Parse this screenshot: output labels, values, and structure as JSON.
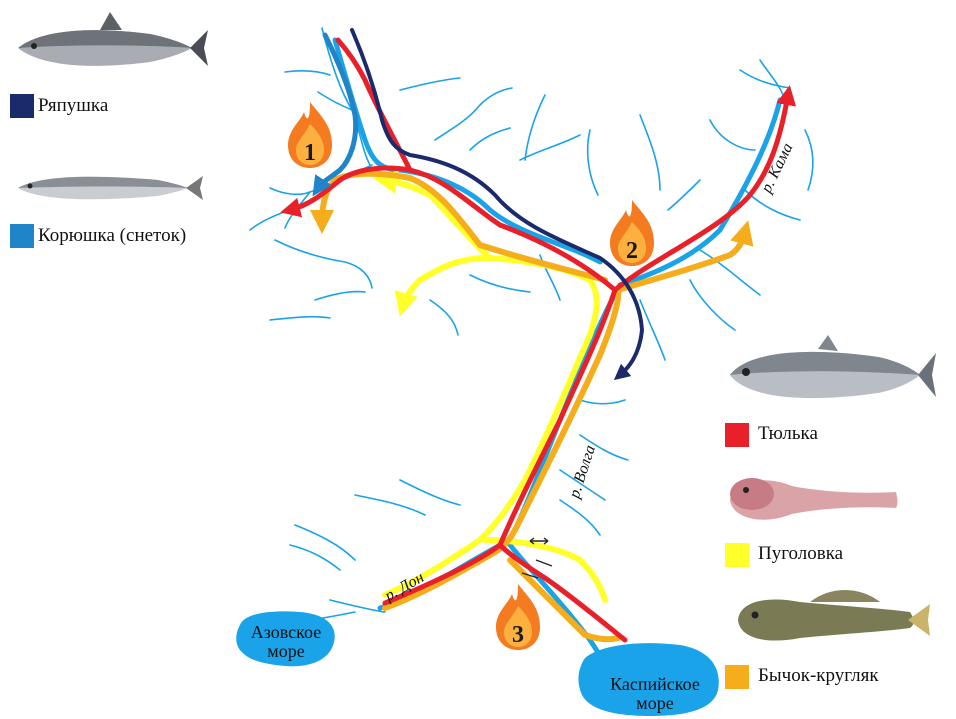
{
  "legend": [
    {
      "label": "Ряпушка",
      "color": "#1a2a6b",
      "icon": "ryapushka-fish"
    },
    {
      "label": "Корюшка (снеток)",
      "color": "#1f84c8",
      "icon": "koryushka-fish"
    },
    {
      "label": "Тюлька",
      "color": "#e8202a",
      "icon": "tyulka-fish"
    },
    {
      "label": "Пуголовка",
      "color": "#ffff2a",
      "icon": "pugolovka-fish"
    },
    {
      "label": "Бычок-кругляк",
      "color": "#f5ad1c",
      "icon": "bychok-fish"
    }
  ],
  "rivers": {
    "kama": "р. Кама",
    "volga": "р. Волга",
    "don": "р. Дон"
  },
  "seas": {
    "azov_line1": "Азовское",
    "azov_line2": "море",
    "caspian_line1": "Каспийское",
    "caspian_line2": "море"
  },
  "markers": [
    "1",
    "2",
    "3"
  ],
  "colors": {
    "water": "#1aa3e8",
    "flame_outer": "#f47b20",
    "flame_inner": "#fbb040"
  }
}
